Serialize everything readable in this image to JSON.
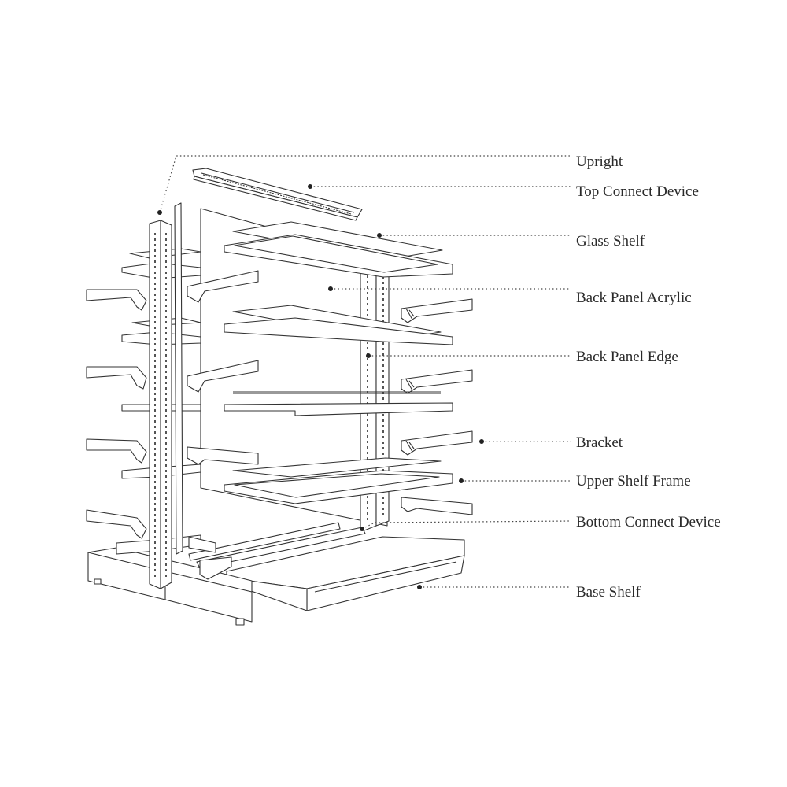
{
  "labels": [
    {
      "id": "upright",
      "text": "Upright"
    },
    {
      "id": "top-connect-device",
      "text": "Top Connect Device"
    },
    {
      "id": "glass-shelf",
      "text": "Glass Shelf"
    },
    {
      "id": "back-panel-acrylic",
      "text": "Back Panel Acrylic"
    },
    {
      "id": "back-panel-edge",
      "text": "Back Panel Edge"
    },
    {
      "id": "bracket",
      "text": "Bracket"
    },
    {
      "id": "upper-shelf-frame",
      "text": "Upper Shelf Frame"
    },
    {
      "id": "bottom-connect-device",
      "text": "Bottom Connect Device"
    },
    {
      "id": "base-shelf",
      "text": "Base Shelf"
    }
  ],
  "colors": {
    "line": "#333333",
    "text": "#2a2a2a",
    "background": "#ffffff"
  }
}
